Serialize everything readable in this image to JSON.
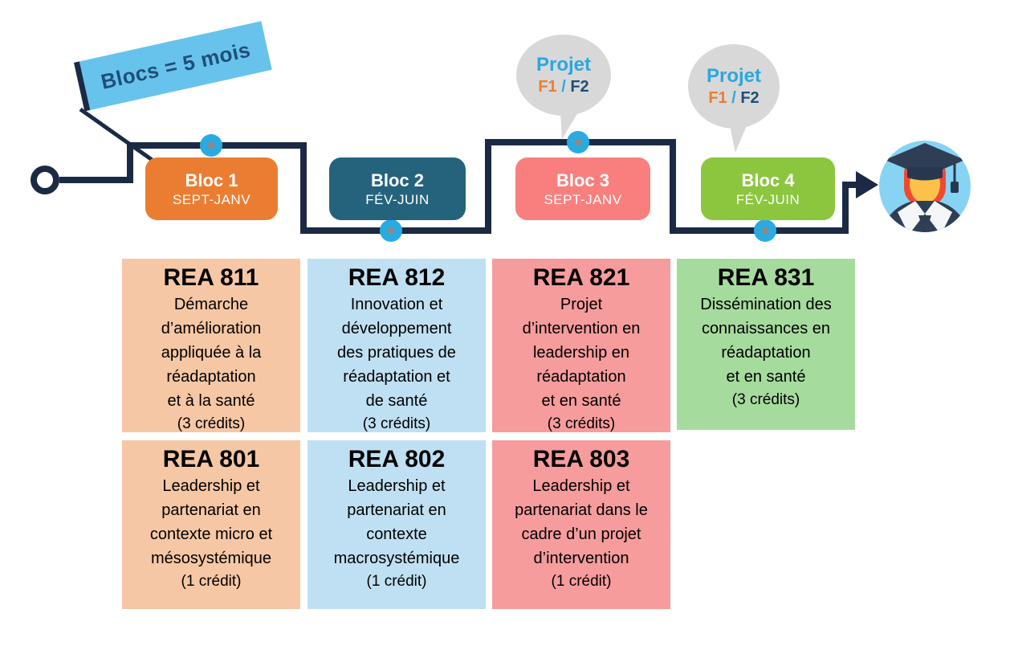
{
  "colors": {
    "line_navy": "#1B2A44",
    "banner_blue": "#67C3EC",
    "navy_text": "#1F4E79",
    "dot_blue": "#29ABE2",
    "dot_inner_gray": "#8A8A8A",
    "bubble_gray": "#D8D8D8",
    "projet_blue": "#29A8E0",
    "f1_orange": "#ED7D31",
    "f2_navy": "#1F4E79",
    "card_text": "#111111"
  },
  "banner": {
    "label": "Blocs = 5 mois"
  },
  "timeline": {
    "blocs": [
      {
        "name": "Bloc 1",
        "period": "SEPT-JANV",
        "color": "#EB7D33"
      },
      {
        "name": "Bloc 2",
        "period": "FÉV-JUIN",
        "color": "#25637D"
      },
      {
        "name": "Bloc 3",
        "period": "SEPT-JANV",
        "color": "#F97F7F"
      },
      {
        "name": "Bloc 4",
        "period": "FÉV-JUIN",
        "color": "#8CC63F"
      }
    ]
  },
  "bubbles": [
    {
      "title": "Projet",
      "f1": "F1",
      "sep": " / ",
      "f2": "F2"
    },
    {
      "title": "Projet",
      "f1": "F1",
      "sep": " / ",
      "f2": "F2"
    }
  ],
  "courses": [
    {
      "code": "REA 811",
      "lines": [
        "Démarche",
        "d’amélioration",
        "appliquée à la",
        "réadaptation",
        "et à la santé"
      ],
      "credits": "(3 crédits)",
      "color": "#F5C7A4"
    },
    {
      "code": "REA 812",
      "lines": [
        "Innovation et",
        "développement",
        "des pratiques de",
        "réadaptation et",
        "de santé"
      ],
      "credits": "(3 crédits)",
      "color": "#BFE0F2"
    },
    {
      "code": "REA 821",
      "lines": [
        "Projet",
        "d’intervention en",
        "leadership en",
        "réadaptation",
        "et en santé"
      ],
      "credits": "(3 crédits)",
      "color": "#F69C9C"
    },
    {
      "code": "REA 831",
      "lines": [
        "Dissémination des",
        "connaissances en",
        "réadaptation",
        "et en santé"
      ],
      "credits": "(3 crédits)",
      "color": "#A6DB9E"
    },
    {
      "code": "REA 801",
      "lines": [
        "Leadership et",
        "partenariat en",
        "contexte micro et",
        "mésosystémique"
      ],
      "credits": "(1 crédit)",
      "color": "#F5C7A4"
    },
    {
      "code": "REA 802",
      "lines": [
        "Leadership et",
        "partenariat en",
        "contexte",
        "macrosystémique"
      ],
      "credits": "(1 crédit)",
      "color": "#BFE0F2"
    },
    {
      "code": "REA 803",
      "lines": [
        "Leadership et",
        "partenariat dans le",
        "cadre d’un projet",
        "d’intervention"
      ],
      "credits": "(1 crédit)",
      "color": "#F69C9C"
    }
  ],
  "avatar": {
    "icon": "graduate-avatar",
    "circle": "#87D3F4",
    "suit": "#2E3F55",
    "suit_dark": "#283750",
    "hair": "#EF4A31",
    "skin": "#FBC14B",
    "collar": "#F4F6F8"
  }
}
